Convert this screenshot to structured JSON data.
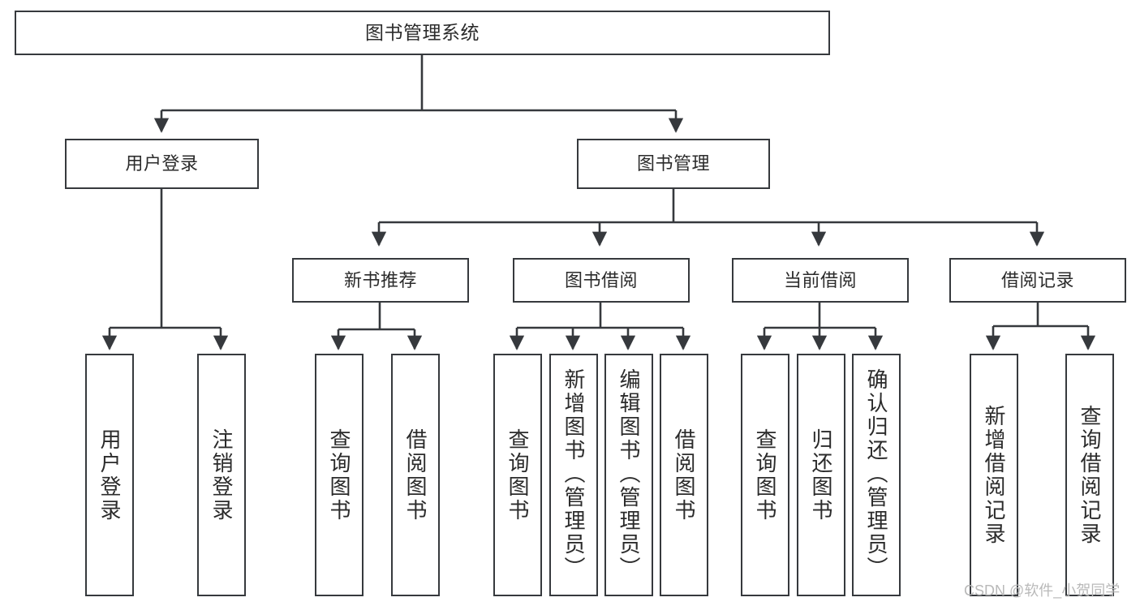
{
  "diagram": {
    "type": "tree-hierarchy-chart",
    "title": "图书管理系统",
    "line_color": "#36393d",
    "text_color": "#2b2b2b",
    "background": "#ffffff",
    "nodes": {
      "root": {
        "label": "图书管理系统"
      },
      "level1": [
        {
          "id": "user-login",
          "label": "用户登录"
        },
        {
          "id": "book-management",
          "label": "图书管理"
        }
      ],
      "level2": [
        {
          "id": "new-book-recommend",
          "label": "新书推荐"
        },
        {
          "id": "book-borrow",
          "label": "图书借阅"
        },
        {
          "id": "current-borrow",
          "label": "当前借阅"
        },
        {
          "id": "borrow-record",
          "label": "借阅记录"
        }
      ],
      "leaves": {
        "user_login": [
          {
            "id": "leaf-user-login",
            "label": "用户登录"
          },
          {
            "id": "leaf-logout-login",
            "label": "注销登录"
          }
        ],
        "new_book_recommend": [
          {
            "id": "leaf-query-book-1",
            "label": "查询图书"
          },
          {
            "id": "leaf-borrow-book-1",
            "label": "借阅图书"
          }
        ],
        "book_borrow": [
          {
            "id": "leaf-query-book-2",
            "label": "查询图书"
          },
          {
            "id": "leaf-add-book",
            "label": "新增图书（管理员）"
          },
          {
            "id": "leaf-edit-book",
            "label": "编辑图书（管理员）"
          },
          {
            "id": "leaf-borrow-book-2",
            "label": "借阅图书"
          }
        ],
        "current_borrow": [
          {
            "id": "leaf-query-book-3",
            "label": "查询图书"
          },
          {
            "id": "leaf-return-book",
            "label": "归还图书"
          },
          {
            "id": "leaf-confirm-return",
            "label": "确认归还（管理员）"
          }
        ],
        "borrow_record": [
          {
            "id": "leaf-add-record",
            "label": "新增借阅记录"
          },
          {
            "id": "leaf-query-record",
            "label": "查询借阅记录"
          }
        ]
      }
    }
  },
  "watermark": {
    "text": "CSDN @软件_小贺同学"
  }
}
